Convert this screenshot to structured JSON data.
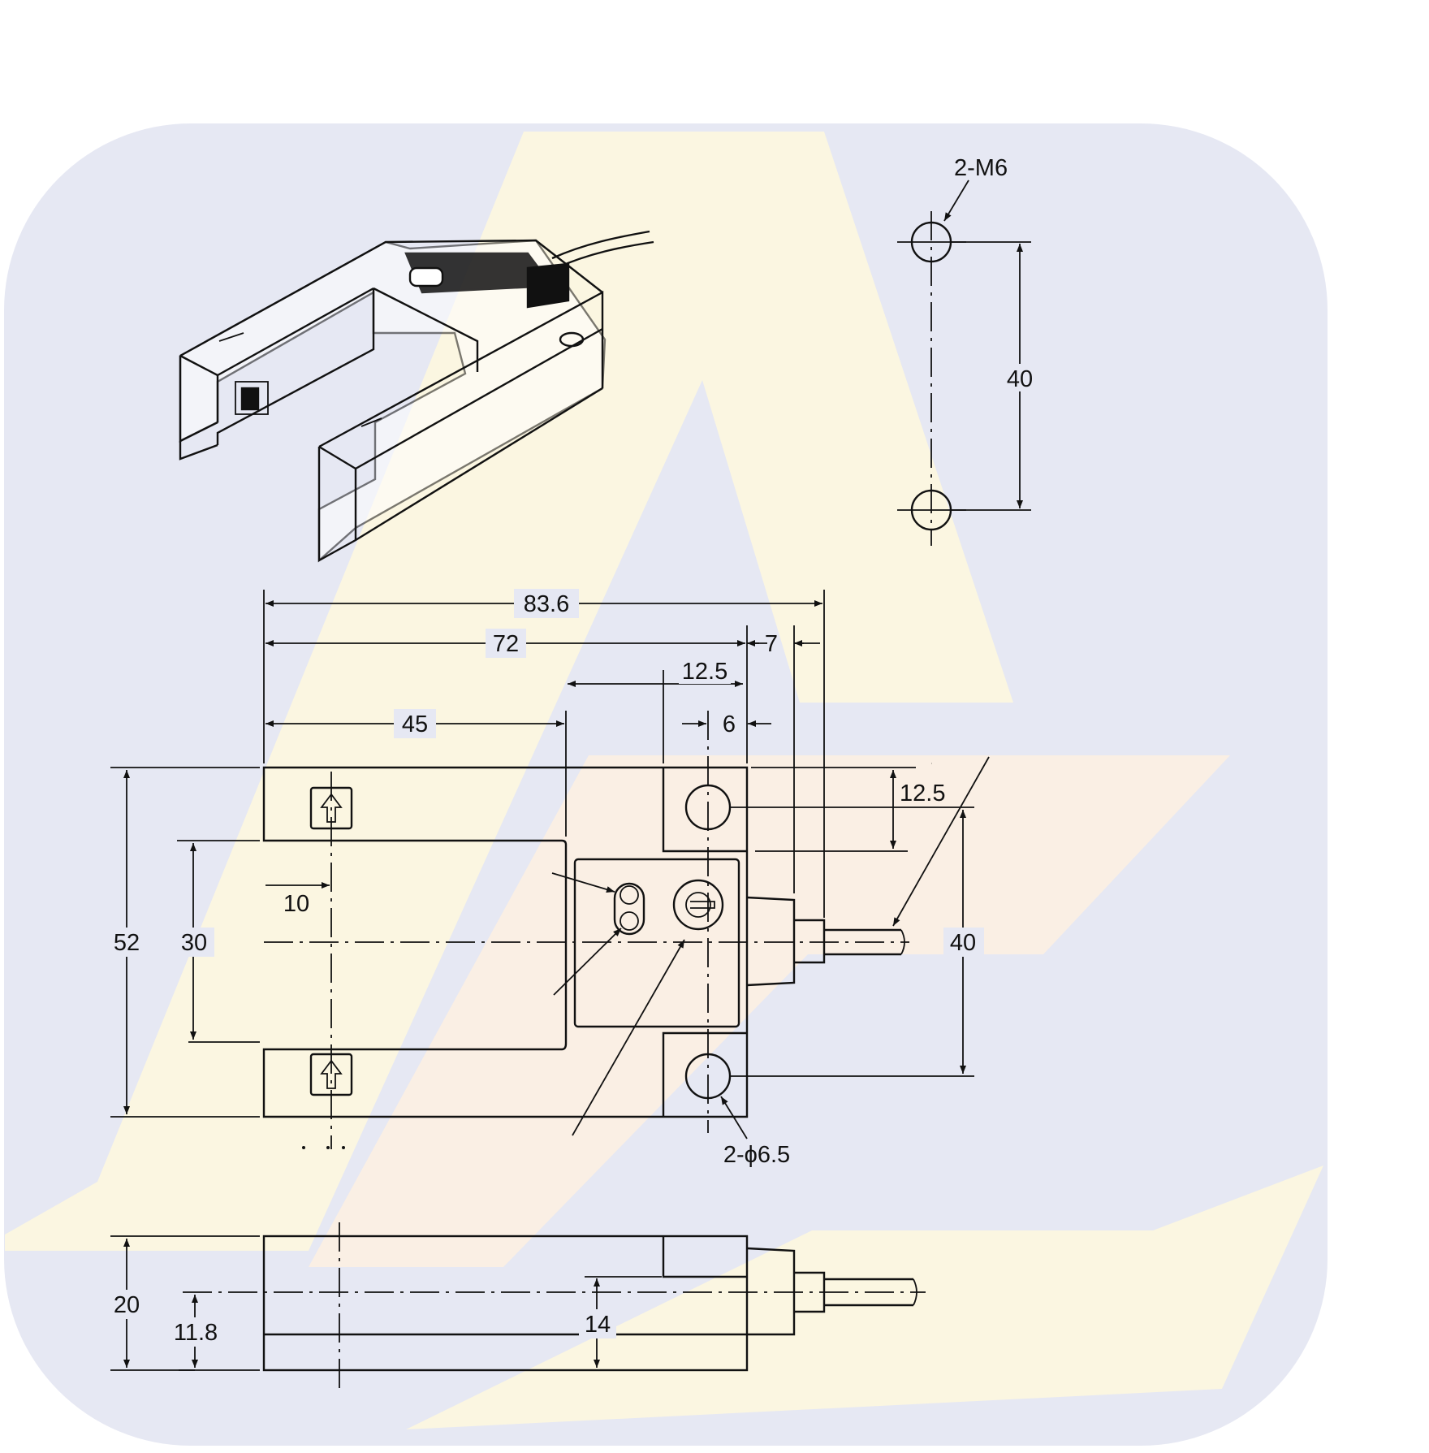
{
  "colors": {
    "background": "#ffffff",
    "watermark_bg": "#e6e8f3",
    "watermark_yellow": "#fdf7df",
    "watermark_orange": "#fcefe2",
    "line": "#111111"
  },
  "mounting_holes": {
    "thread_label": "2-M6",
    "pitch_label": "40"
  },
  "front_view": {
    "overall_length": "83.6",
    "body_length": "72",
    "connector_offset": "7",
    "mount_block_width": "12.5",
    "hole_offset": "6",
    "slot_depth": "45",
    "hole_edge_distance": "12.5",
    "overall_height": "52",
    "slot_width": "30",
    "arrow_offset": "10",
    "hole_pitch": "40",
    "hole_diameter": "2-ϕ6.5"
  },
  "side_view": {
    "height": "20",
    "optical_axis": "11.8",
    "slot_depth": "14"
  }
}
